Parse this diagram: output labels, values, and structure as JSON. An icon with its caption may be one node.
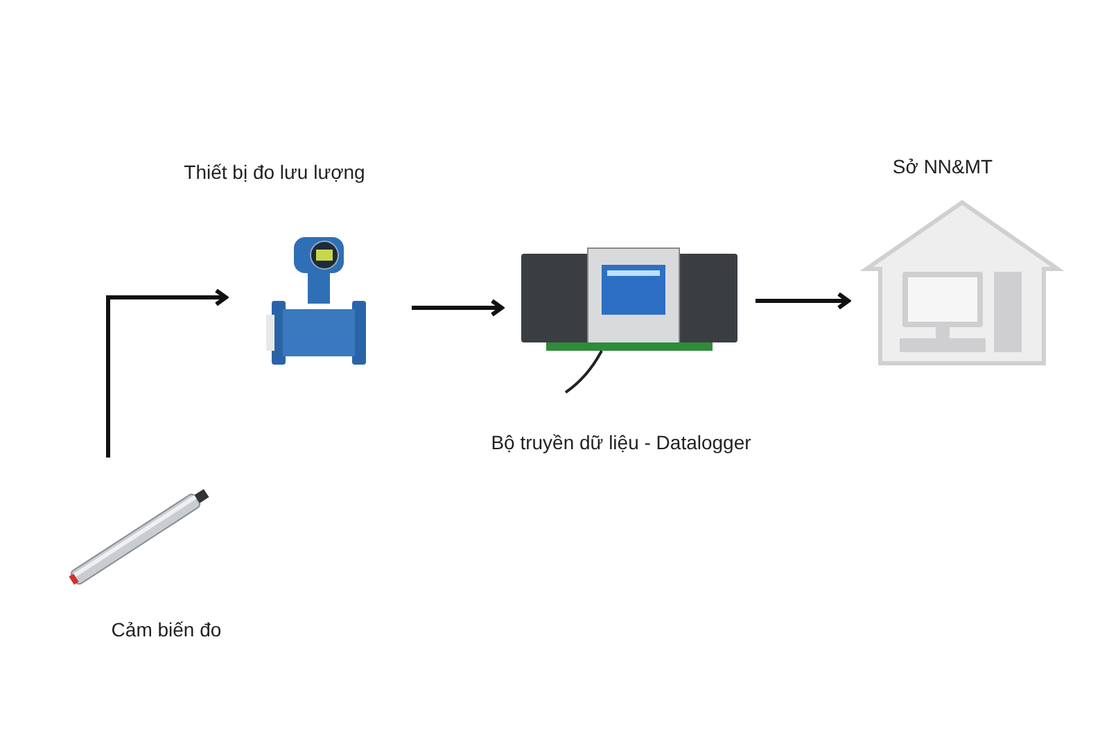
{
  "diagram": {
    "nodes": [
      {
        "text": [],
        "shape": "picture",
        "beside": [
          "Cảm biến đo"
        ]
      },
      {
        "text": [],
        "shape": "picture",
        "beside": [
          "Thiết bị đo lưu lượng"
        ]
      },
      {
        "text": [],
        "shape": "picture",
        "beside": [
          "Bộ truyền dữ liệu - Datalogger"
        ]
      },
      {
        "text": [],
        "shape": "picture",
        "beside": [
          "Sở NN&MT"
        ]
      }
    ],
    "edges": [
      {
        "from": 0,
        "to": 1,
        "arrow": "to"
      },
      {
        "from": 1,
        "to": 2,
        "arrow": "to"
      },
      {
        "from": 2,
        "to": 3,
        "arrow": "to"
      }
    ]
  }
}
